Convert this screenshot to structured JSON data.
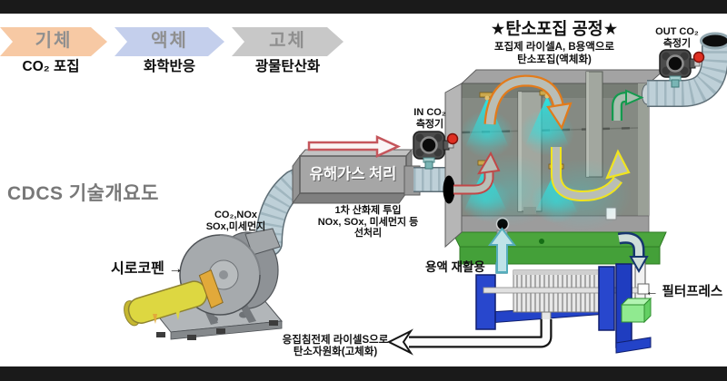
{
  "palette": {
    "letterbox": "#1a1a1a",
    "banner_gas": "#f7c9a4",
    "banner_liquid": "#c4cfec",
    "banner_solid": "#c8c8c8",
    "duct_blue": "#bed0d8",
    "chamber_green_base": "#4ba53d",
    "filter_press_blue": "#2847cd",
    "cube_green": "#90ea90",
    "intake_yellow": "#ddd741",
    "arrow_orange": "#e27b1b",
    "arrow_red": "#c14747",
    "arrow_yellow": "#f0e41f",
    "arrow_green": "#149a4e",
    "arrow_navy": "#16366e",
    "spray_cyan": "#20ebeb"
  },
  "banner": {
    "steps": [
      {
        "label": "기체",
        "sub": "CO₂ 포집",
        "fill": "#f7c9a4"
      },
      {
        "label": "액체",
        "sub": "화학반응",
        "fill": "#c4cfec"
      },
      {
        "label": "고체",
        "sub": "광물탄산화",
        "fill": "#c8c8c8"
      }
    ]
  },
  "main_title": "CDCS 기술개요도",
  "process": {
    "title": "★탄소포집 공정★",
    "subtitle_line1": "포집제 라이셀A, B용액으로",
    "subtitle_line2": "탄소포집(액체화)"
  },
  "sensors": {
    "in_line1": "IN CO₂",
    "in_line2": "측정기",
    "out_line1": "OUT CO₂",
    "out_line2": "측정기"
  },
  "gas_treatment": {
    "box_label": "유해가스 처리",
    "note_line1": "1차 산화제 투입",
    "note_line2": "NOx, SOx, 미세먼지 등",
    "note_line3": "선처리"
  },
  "fan": {
    "label": "시로코펜 →",
    "emission_line1": "CO₂,NOx",
    "emission_line2": "SOx,미세먼지"
  },
  "flows": {
    "recycle": "용액 재활용",
    "filter_press": "← 필터프레스",
    "solidify_line1": "응집침전제 라이셀S으로",
    "solidify_line2": "탄소자원화(고체화)"
  }
}
